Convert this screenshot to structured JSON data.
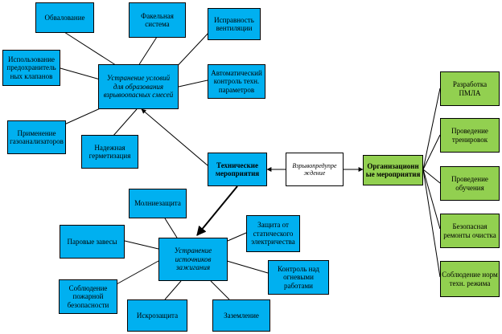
{
  "colors": {
    "blue_box": "#00b0f0",
    "green_box": "#92d050",
    "line": "#000000"
  },
  "nodes": {
    "center": "Взрывопредупре\nждение",
    "org": "Организационн\nые мероприятия",
    "tech": "Технические\nмероприятия",
    "conditions": "Устранение условий\nдля образования\nвзрывоопасных смесей",
    "sources": "Устранение\nисточников\nзажигания",
    "c_ventilation_check": "Обвалование",
    "c_drain": "Факельная\nсистема",
    "c_vent": "Исправность\nвентиляции",
    "c_inhibitors": "Использование\nпредохранитель\nных клапанов",
    "c_auto": "Автоматический\nконтроль техн.\nпараметров",
    "c_analyzers": "Применение\nгазоанализаторов",
    "c_seal": "Надежная\nгерметизация",
    "s_lightning": "Молниезащита",
    "s_steam": "Паровые завесы",
    "s_static": "Защита от\nстатического\nэлектричества",
    "s_fire": "Контроль над\nогневыми\nработами",
    "s_safety": "Соблюдение\nпожарной\nбезопасности",
    "s_spark": "Искрозащита",
    "s_ground": "Заземление",
    "o_pmla": "Разработка\nПМЛА",
    "o_training": "Проведение\nтренировок",
    "o_teaching": "Проведение\nобучения",
    "o_repair": "Безопасная\nремонты очистка",
    "o_regime": "Соблюдение норм\nтехн. режима"
  }
}
